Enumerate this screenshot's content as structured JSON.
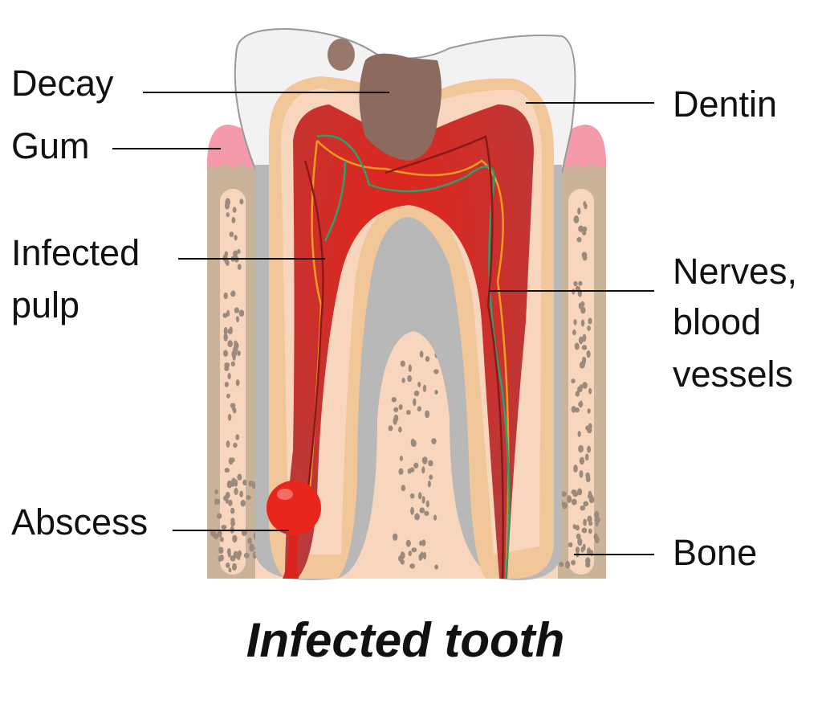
{
  "title": "Infected tooth",
  "labels": {
    "decay": "Decay",
    "gum": "Gum",
    "dentin": "Dentin",
    "infected_pulp_1": "Infected",
    "infected_pulp_2": "pulp",
    "nerves_1": "Nerves,",
    "nerves_2": "blood",
    "nerves_3": "vessels",
    "abscess": "Abscess",
    "bone": "Bone"
  },
  "colors": {
    "enamel": "#f2f2f2",
    "dentin": "#f5cfa8",
    "pulp": "#d9231d",
    "decay": "#8c6a5e",
    "gum": "#f59aaa",
    "bone": "#c9b49a",
    "marrow": "#f8d6be"
  }
}
